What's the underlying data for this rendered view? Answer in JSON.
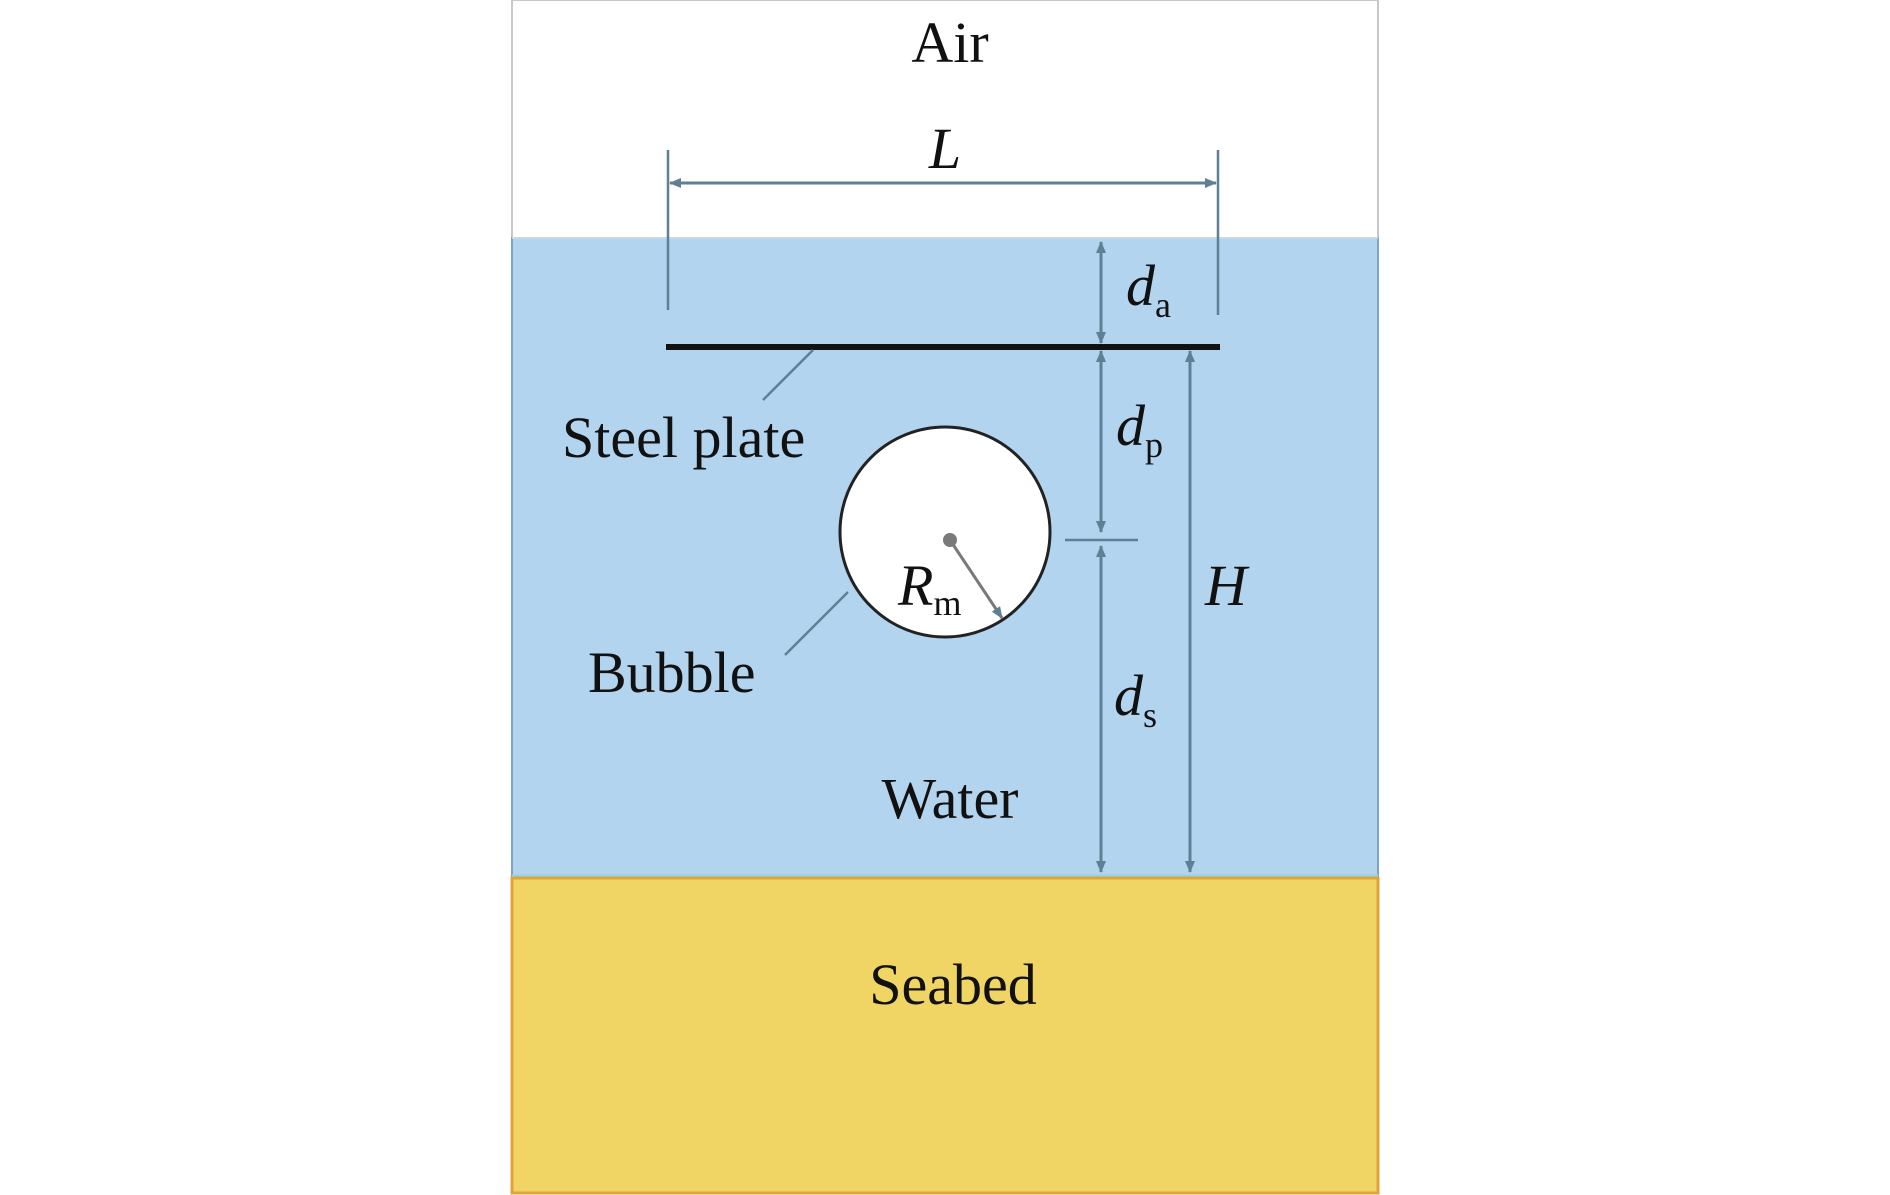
{
  "regions": {
    "air": "Air",
    "water": "Water",
    "seabed": "Seabed"
  },
  "components": {
    "steel_plate": "Steel plate",
    "bubble": "Bubble"
  },
  "dimensions": {
    "L": "L",
    "da_symbol": "d",
    "da_sub": "a",
    "dp_symbol": "d",
    "dp_sub": "p",
    "ds_symbol": "d",
    "ds_sub": "s",
    "H": "H",
    "Rm_symbol": "R",
    "Rm_sub": "m"
  },
  "colors": {
    "air": "#ffffff",
    "water": "#b3d4ef",
    "water_edge": "#8fd6e8",
    "seabed": "#f0d565",
    "seabed_edge": "#e0a33a",
    "plate": "#111111",
    "dimension": "#5f7f94",
    "border": "#c8c8c8"
  }
}
